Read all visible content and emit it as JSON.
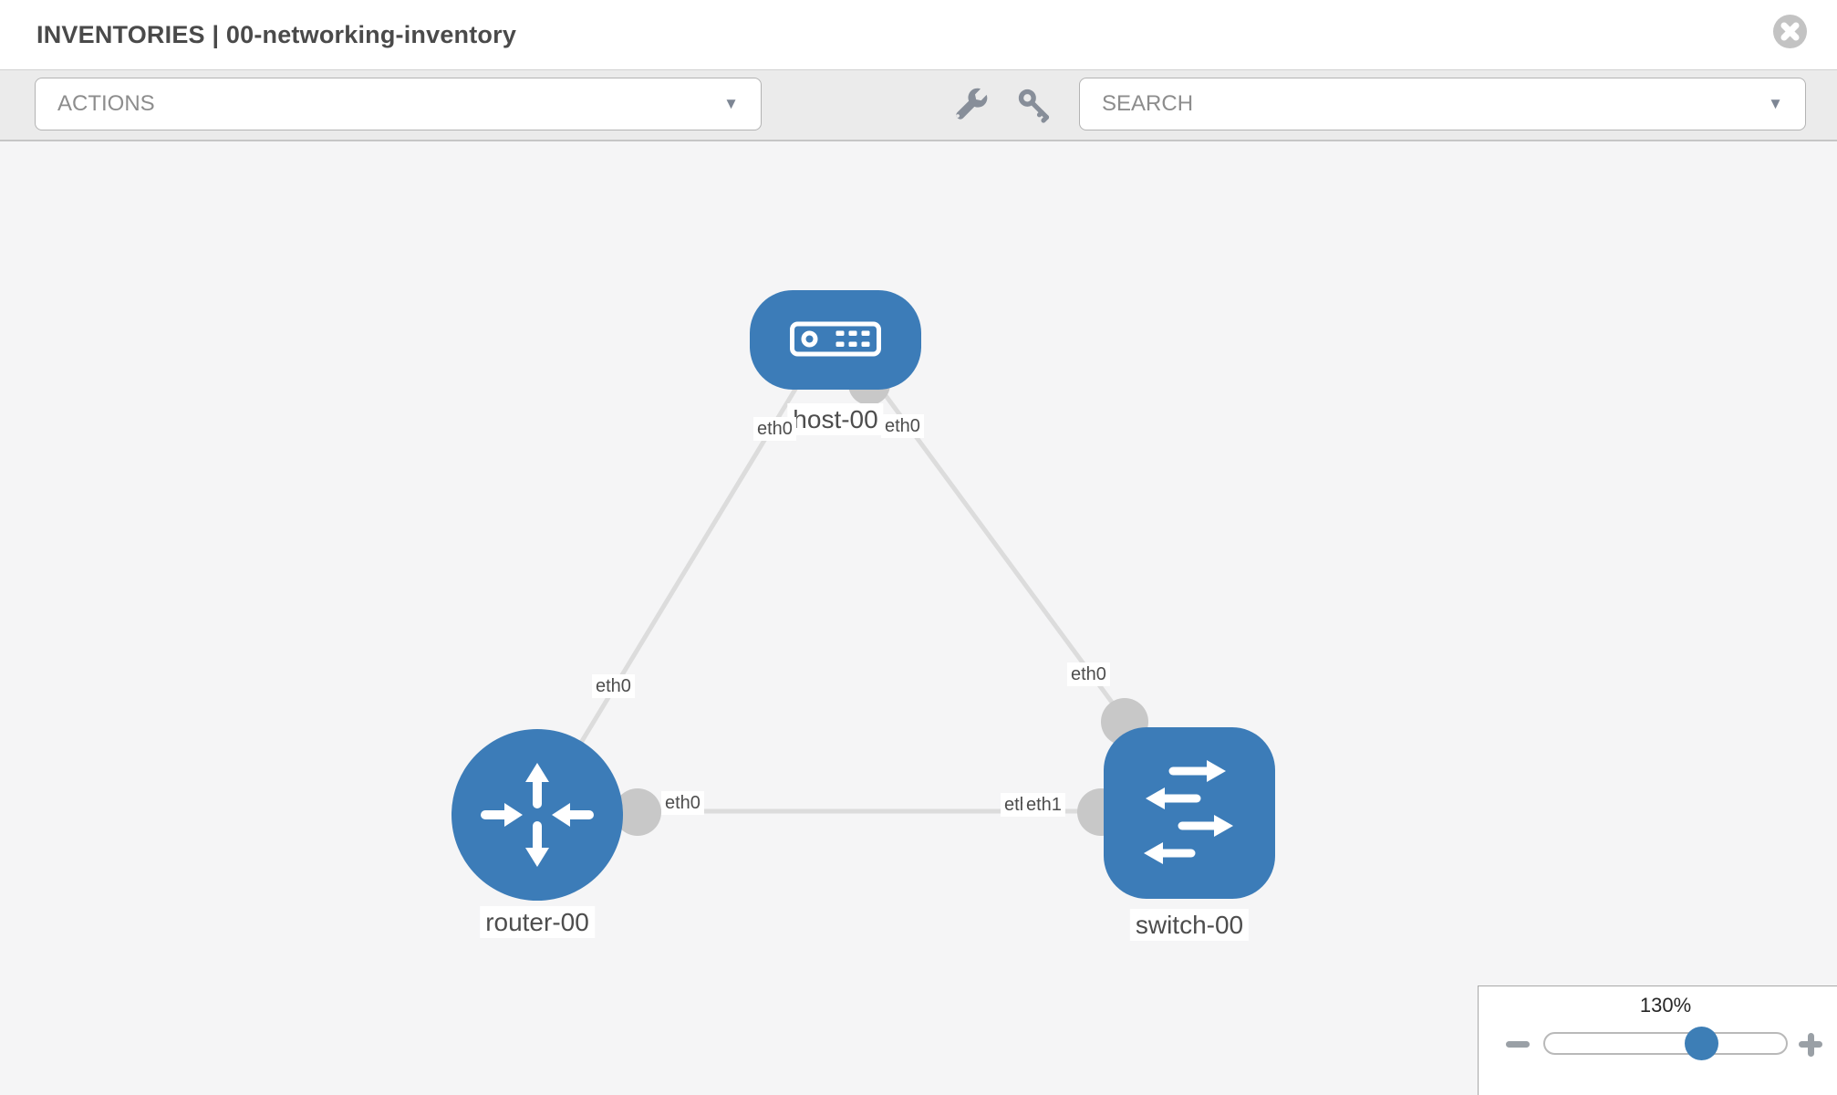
{
  "header": {
    "title": "INVENTORIES | 00-networking-inventory"
  },
  "toolbar": {
    "actions_label": "ACTIONS",
    "search_label": "SEARCH"
  },
  "icons": {
    "close": "close-x-circle",
    "wrench": "wrench",
    "key": "key",
    "dropdown_caret": "▼",
    "zoom_out": "minus",
    "zoom_in": "plus"
  },
  "topology": {
    "nodes": [
      {
        "label": "host-00",
        "type": "host"
      },
      {
        "label": "router-00",
        "type": "router"
      },
      {
        "label": "switch-00",
        "type": "switch"
      }
    ],
    "links": [
      {
        "from": "host-00",
        "from_if": "eth0",
        "to": "router-00",
        "to_if": "eth0"
      },
      {
        "from": "host-00",
        "from_if": "eth0",
        "to": "switch-00",
        "to_if": "eth0"
      },
      {
        "from": "router-00",
        "from_if": "eth0",
        "to": "switch-00",
        "to_if": "eth1"
      }
    ],
    "interface_labels": {
      "host_left": "eth0",
      "host_right": "eth0",
      "router_upper": "eth0",
      "switch_upper": "eth0",
      "router_mid": "eth0",
      "switch_mid_back": "eth0",
      "switch_mid_front": "eth1"
    }
  },
  "zoom_control": {
    "value": "130%"
  },
  "colors": {
    "node_blue": "#3c7cb8",
    "knob_blue": "#3d7eb6",
    "link_gray": "#dcdcdc",
    "dot_gray": "#c8c8c8",
    "toolbar_gray": "#ebebeb",
    "canvas_gray": "#f5f5f6"
  }
}
